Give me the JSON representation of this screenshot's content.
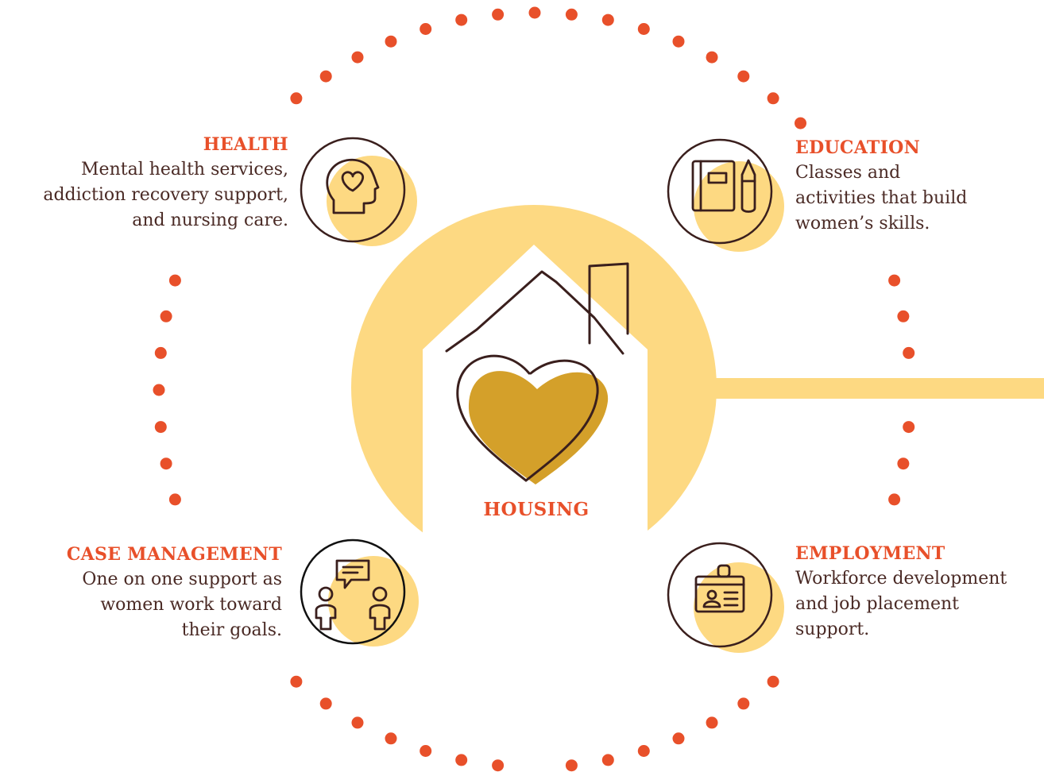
{
  "colors": {
    "dot": "#e8502a",
    "accent_yellow": "#fdd982",
    "heart_gold": "#d4a02a",
    "outline_brown": "#3a1f1d",
    "title_orange": "#e8502a",
    "body_text": "#4a2a25"
  },
  "center": {
    "label": "HOUSING",
    "icon": "house-heart-icon"
  },
  "services": [
    {
      "key": "health",
      "title": "HEALTH",
      "description": "Mental health services,\naddiction recovery support,\nand nursing care.",
      "icon": "head-heart-icon"
    },
    {
      "key": "education",
      "title": "EDUCATION",
      "description": "Classes and\nactivities that build\nwomen’s skills.",
      "icon": "notebook-pencil-icon"
    },
    {
      "key": "case_management",
      "title": "CASE MANAGEMENT",
      "description": "One on one support as\nwomen work toward\ntheir goals.",
      "icon": "people-chat-icon"
    },
    {
      "key": "employment",
      "title": "EMPLOYMENT",
      "description": "Workforce development\nand job placement\nsupport.",
      "icon": "id-badge-icon"
    }
  ]
}
